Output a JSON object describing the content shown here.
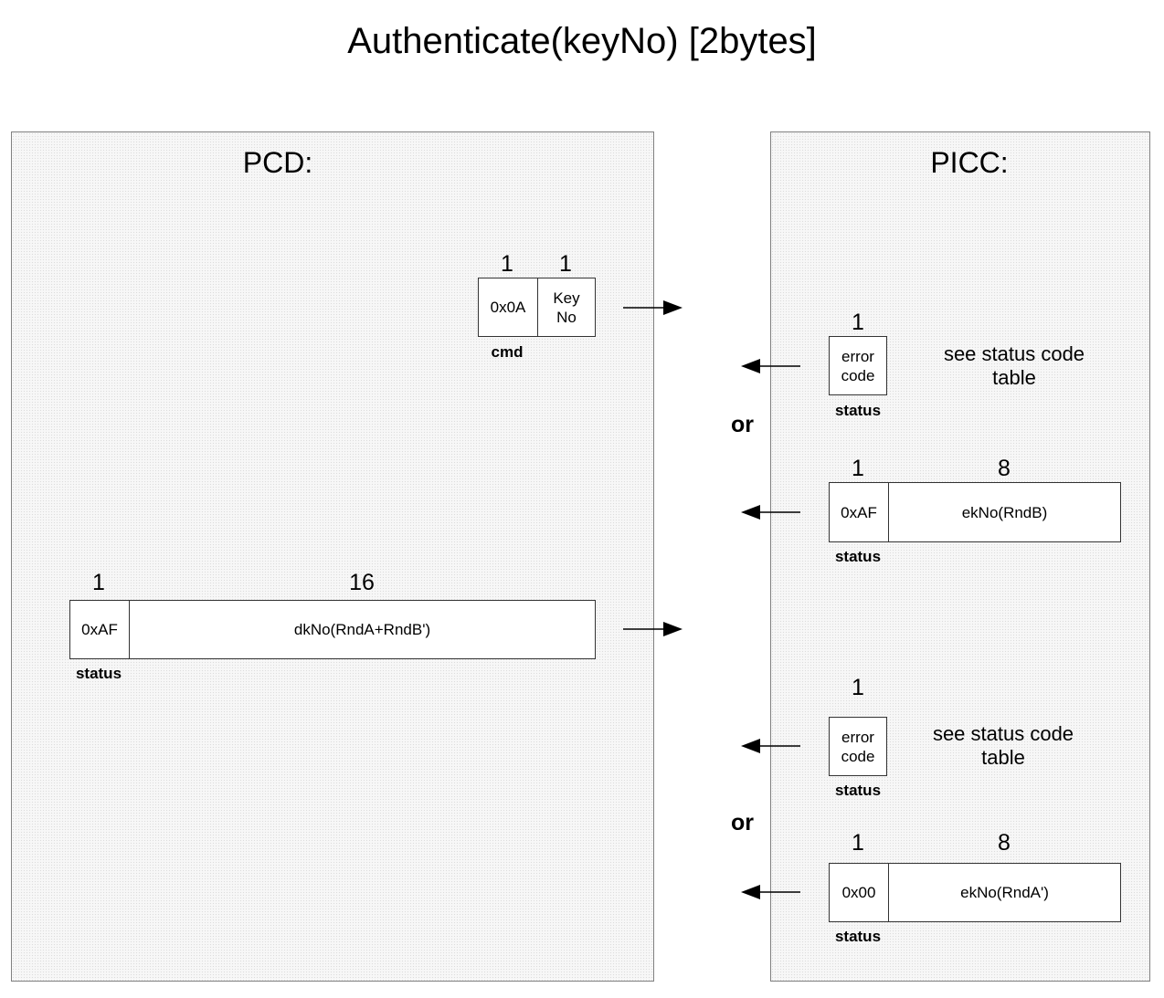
{
  "title": "Authenticate(keyNo) [2bytes]",
  "pcd": {
    "label": "PCD:",
    "command": {
      "sizes": [
        "1",
        "1"
      ],
      "cells": [
        "0x0A",
        "Key\nNo"
      ],
      "caption": "cmd"
    },
    "response": {
      "sizes": [
        "1",
        "16"
      ],
      "cells": [
        "0xAF",
        "dkNo(RndA+RndB')"
      ],
      "caption": "status"
    }
  },
  "picc": {
    "label": "PICC:",
    "step1": {
      "error": {
        "size": "1",
        "cell": "error\ncode",
        "caption": "status",
        "note": "see status code\ntable"
      },
      "or": "or",
      "ok": {
        "sizes": [
          "1",
          "8"
        ],
        "cells": [
          "0xAF",
          "ekNo(RndB)"
        ],
        "caption": "status"
      }
    },
    "step2": {
      "error": {
        "size": "1",
        "cell": "error\ncode",
        "caption": "status",
        "note": "see status code\ntable"
      },
      "or": "or",
      "ok": {
        "sizes": [
          "1",
          "8"
        ],
        "cells": [
          "0x00",
          "ekNo(RndA')"
        ],
        "caption": "status"
      }
    }
  }
}
